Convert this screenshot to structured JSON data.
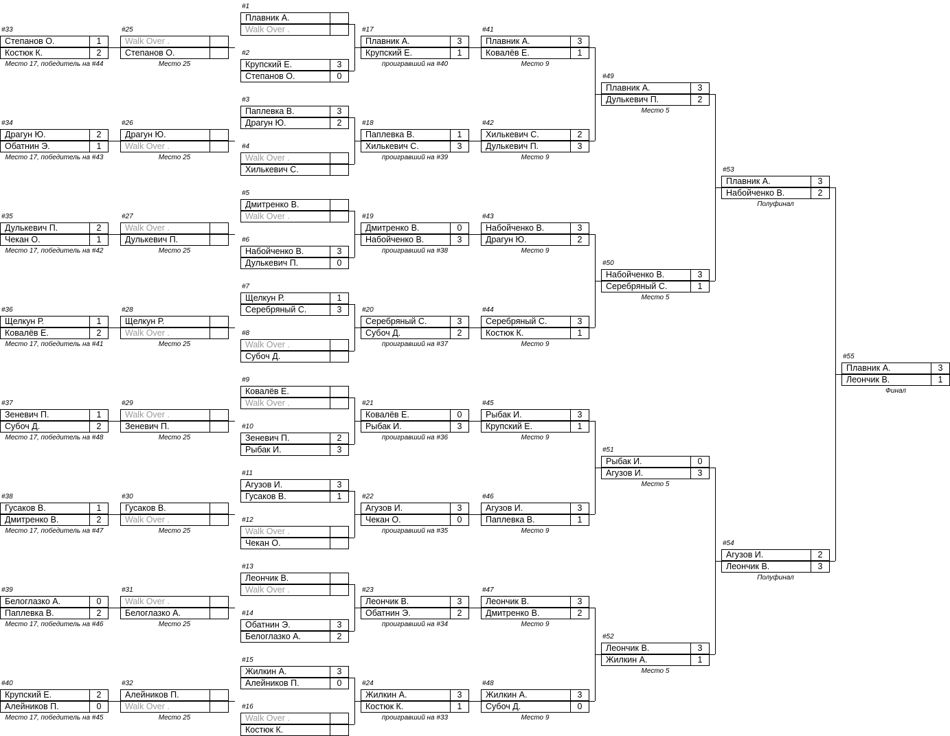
{
  "matches": [
    {
      "id": "m33",
      "num": "#33",
      "note": "Место 17, победитель на #44",
      "players": [
        {
          "name": "Степанов О.",
          "score": "1"
        },
        {
          "name": "Костюк К.",
          "score": "2"
        }
      ]
    },
    {
      "id": "m34",
      "num": "#34",
      "note": "Место 17, победитель на #43",
      "players": [
        {
          "name": "Драгун Ю.",
          "score": "2"
        },
        {
          "name": "Обатнин Э.",
          "score": "1"
        }
      ]
    },
    {
      "id": "m35",
      "num": "#35",
      "note": "Место 17, победитель на #42",
      "players": [
        {
          "name": "Дулькевич П.",
          "score": "2"
        },
        {
          "name": "Чекан О.",
          "score": "1"
        }
      ]
    },
    {
      "id": "m36",
      "num": "#36",
      "note": "Место 17, победитель на #41",
      "players": [
        {
          "name": "Щелкун Р.",
          "score": "1"
        },
        {
          "name": "Ковалёв Е.",
          "score": "2"
        }
      ]
    },
    {
      "id": "m37",
      "num": "#37",
      "note": "Место 17, победитель на #48",
      "players": [
        {
          "name": "Зеневич П.",
          "score": "1"
        },
        {
          "name": "Субоч Д.",
          "score": "2"
        }
      ]
    },
    {
      "id": "m38",
      "num": "#38",
      "note": "Место 17, победитель на #47",
      "players": [
        {
          "name": "Гусаков В.",
          "score": "1"
        },
        {
          "name": "Дмитренко В.",
          "score": "2"
        }
      ]
    },
    {
      "id": "m39",
      "num": "#39",
      "note": "Место 17, победитель на #46",
      "players": [
        {
          "name": "Белоглазко А.",
          "score": "0"
        },
        {
          "name": "Паплевка В.",
          "score": "2"
        }
      ]
    },
    {
      "id": "m40",
      "num": "#40",
      "note": "Место 17, победитель на #45",
      "players": [
        {
          "name": "Крупский Е.",
          "score": "2"
        },
        {
          "name": "Алейников П.",
          "score": "0"
        }
      ]
    },
    {
      "id": "m25",
      "num": "#25",
      "note": "Место 25",
      "players": [
        {
          "name": "Walk Over .",
          "score": "",
          "wo": true
        },
        {
          "name": "Степанов О.",
          "score": ""
        }
      ]
    },
    {
      "id": "m26",
      "num": "#26",
      "note": "Место 25",
      "players": [
        {
          "name": "Драгун Ю.",
          "score": ""
        },
        {
          "name": "Walk Over .",
          "score": "",
          "wo": true
        }
      ]
    },
    {
      "id": "m27",
      "num": "#27",
      "note": "Место 25",
      "players": [
        {
          "name": "Walk Over .",
          "score": "",
          "wo": true
        },
        {
          "name": "Дулькевич П.",
          "score": ""
        }
      ]
    },
    {
      "id": "m28",
      "num": "#28",
      "note": "Место 25",
      "players": [
        {
          "name": "Щелкун Р.",
          "score": ""
        },
        {
          "name": "Walk Over .",
          "score": "",
          "wo": true
        }
      ]
    },
    {
      "id": "m29",
      "num": "#29",
      "note": "Место 25",
      "players": [
        {
          "name": "Walk Over .",
          "score": "",
          "wo": true
        },
        {
          "name": "Зеневич П.",
          "score": ""
        }
      ]
    },
    {
      "id": "m30",
      "num": "#30",
      "note": "Место 25",
      "players": [
        {
          "name": "Гусаков В.",
          "score": ""
        },
        {
          "name": "Walk Over .",
          "score": "",
          "wo": true
        }
      ]
    },
    {
      "id": "m31",
      "num": "#31",
      "note": "Место 25",
      "players": [
        {
          "name": "Walk Over .",
          "score": "",
          "wo": true
        },
        {
          "name": "Белоглазко А.",
          "score": ""
        }
      ]
    },
    {
      "id": "m32",
      "num": "#32",
      "note": "Место 25",
      "players": [
        {
          "name": "Алейников П.",
          "score": ""
        },
        {
          "name": "Walk Over .",
          "score": "",
          "wo": true
        }
      ]
    },
    {
      "id": "m1",
      "num": "#1",
      "note": "",
      "players": [
        {
          "name": "Плавник А.",
          "score": ""
        },
        {
          "name": "Walk Over .",
          "score": "",
          "wo": true
        }
      ]
    },
    {
      "id": "m2",
      "num": "#2",
      "note": "",
      "players": [
        {
          "name": "Крупский Е.",
          "score": "3"
        },
        {
          "name": "Степанов О.",
          "score": "0"
        }
      ]
    },
    {
      "id": "m3",
      "num": "#3",
      "note": "",
      "players": [
        {
          "name": "Паплевка В.",
          "score": "3"
        },
        {
          "name": "Драгун Ю.",
          "score": "2"
        }
      ]
    },
    {
      "id": "m4",
      "num": "#4",
      "note": "",
      "players": [
        {
          "name": "Walk Over .",
          "score": "",
          "wo": true
        },
        {
          "name": "Хилькевич С.",
          "score": ""
        }
      ]
    },
    {
      "id": "m5",
      "num": "#5",
      "note": "",
      "players": [
        {
          "name": "Дмитренко В.",
          "score": ""
        },
        {
          "name": "Walk Over .",
          "score": "",
          "wo": true
        }
      ]
    },
    {
      "id": "m6",
      "num": "#6",
      "note": "",
      "players": [
        {
          "name": "Набойченко В.",
          "score": "3"
        },
        {
          "name": "Дулькевич П.",
          "score": "0"
        }
      ]
    },
    {
      "id": "m7",
      "num": "#7",
      "note": "",
      "players": [
        {
          "name": "Щелкун Р.",
          "score": "1"
        },
        {
          "name": "Серебряный С.",
          "score": "3"
        }
      ]
    },
    {
      "id": "m8",
      "num": "#8",
      "note": "",
      "players": [
        {
          "name": "Walk Over .",
          "score": "",
          "wo": true
        },
        {
          "name": "Субоч Д.",
          "score": ""
        }
      ]
    },
    {
      "id": "m9",
      "num": "#9",
      "note": "",
      "players": [
        {
          "name": "Ковалёв Е.",
          "score": ""
        },
        {
          "name": "Walk Over .",
          "score": "",
          "wo": true
        }
      ]
    },
    {
      "id": "m10",
      "num": "#10",
      "note": "",
      "players": [
        {
          "name": "Зеневич П.",
          "score": "2"
        },
        {
          "name": "Рыбак И.",
          "score": "3"
        }
      ]
    },
    {
      "id": "m11",
      "num": "#11",
      "note": "",
      "players": [
        {
          "name": "Агузов И.",
          "score": "3"
        },
        {
          "name": "Гусаков В.",
          "score": "1"
        }
      ]
    },
    {
      "id": "m12",
      "num": "#12",
      "note": "",
      "players": [
        {
          "name": "Walk Over .",
          "score": "",
          "wo": true
        },
        {
          "name": "Чекан О.",
          "score": ""
        }
      ]
    },
    {
      "id": "m13",
      "num": "#13",
      "note": "",
      "players": [
        {
          "name": "Леончик В.",
          "score": ""
        },
        {
          "name": "Walk Over .",
          "score": "",
          "wo": true
        }
      ]
    },
    {
      "id": "m14",
      "num": "#14",
      "note": "",
      "players": [
        {
          "name": "Обатнин Э.",
          "score": "3"
        },
        {
          "name": "Белоглазко А.",
          "score": "2"
        }
      ]
    },
    {
      "id": "m15",
      "num": "#15",
      "note": "",
      "players": [
        {
          "name": "Жилкин А.",
          "score": "3"
        },
        {
          "name": "Алейников П.",
          "score": "0"
        }
      ]
    },
    {
      "id": "m16",
      "num": "#16",
      "note": "",
      "players": [
        {
          "name": "Walk Over .",
          "score": "",
          "wo": true
        },
        {
          "name": "Костюк К.",
          "score": ""
        }
      ]
    },
    {
      "id": "m17",
      "num": "#17",
      "note": "проигравший на #40",
      "players": [
        {
          "name": "Плавник А.",
          "score": "3"
        },
        {
          "name": "Крупский Е.",
          "score": "1"
        }
      ]
    },
    {
      "id": "m18",
      "num": "#18",
      "note": "проигравший на #39",
      "players": [
        {
          "name": "Паплевка В.",
          "score": "1"
        },
        {
          "name": "Хилькевич С.",
          "score": "3"
        }
      ]
    },
    {
      "id": "m19",
      "num": "#19",
      "note": "проигравший на #38",
      "players": [
        {
          "name": "Дмитренко В.",
          "score": "0"
        },
        {
          "name": "Набойченко В.",
          "score": "3"
        }
      ]
    },
    {
      "id": "m20",
      "num": "#20",
      "note": "проигравший на #37",
      "players": [
        {
          "name": "Серебряный С.",
          "score": "3"
        },
        {
          "name": "Субоч Д.",
          "score": "2"
        }
      ]
    },
    {
      "id": "m21",
      "num": "#21",
      "note": "проигравший на #36",
      "players": [
        {
          "name": "Ковалёв Е.",
          "score": "0"
        },
        {
          "name": "Рыбак И.",
          "score": "3"
        }
      ]
    },
    {
      "id": "m22",
      "num": "#22",
      "note": "проигравший на #35",
      "players": [
        {
          "name": "Агузов И.",
          "score": "3"
        },
        {
          "name": "Чекан О.",
          "score": "0"
        }
      ]
    },
    {
      "id": "m23",
      "num": "#23",
      "note": "проигравший на #34",
      "players": [
        {
          "name": "Леончик В.",
          "score": "3"
        },
        {
          "name": "Обатнин Э.",
          "score": "2"
        }
      ]
    },
    {
      "id": "m24",
      "num": "#24",
      "note": "проигравший на #33",
      "players": [
        {
          "name": "Жилкин А.",
          "score": "3"
        },
        {
          "name": "Костюк К.",
          "score": "1"
        }
      ]
    },
    {
      "id": "m41",
      "num": "#41",
      "note": "Место 9",
      "players": [
        {
          "name": "Плавник А.",
          "score": "3"
        },
        {
          "name": "Ковалёв Е.",
          "score": "1"
        }
      ]
    },
    {
      "id": "m42",
      "num": "#42",
      "note": "Место 9",
      "players": [
        {
          "name": "Хилькевич С.",
          "score": "2"
        },
        {
          "name": "Дулькевич П.",
          "score": "3"
        }
      ]
    },
    {
      "id": "m43",
      "num": "#43",
      "note": "Место 9",
      "players": [
        {
          "name": "Набойченко В.",
          "score": "3"
        },
        {
          "name": "Драгун Ю.",
          "score": "2"
        }
      ]
    },
    {
      "id": "m44",
      "num": "#44",
      "note": "Место 9",
      "players": [
        {
          "name": "Серебряный С.",
          "score": "3"
        },
        {
          "name": "Костюк К.",
          "score": "1"
        }
      ]
    },
    {
      "id": "m45",
      "num": "#45",
      "note": "Место 9",
      "players": [
        {
          "name": "Рыбак И.",
          "score": "3"
        },
        {
          "name": "Крупский Е.",
          "score": "1"
        }
      ]
    },
    {
      "id": "m46",
      "num": "#46",
      "note": "Место 9",
      "players": [
        {
          "name": "Агузов И.",
          "score": "3"
        },
        {
          "name": "Паплевка В.",
          "score": "1"
        }
      ]
    },
    {
      "id": "m47",
      "num": "#47",
      "note": "Место 9",
      "players": [
        {
          "name": "Леончик В.",
          "score": "3"
        },
        {
          "name": "Дмитренко В.",
          "score": "2"
        }
      ]
    },
    {
      "id": "m48",
      "num": "#48",
      "note": "Место 9",
      "players": [
        {
          "name": "Жилкин А.",
          "score": "3"
        },
        {
          "name": "Субоч Д.",
          "score": "0"
        }
      ]
    },
    {
      "id": "m49",
      "num": "#49",
      "note": "Место 5",
      "players": [
        {
          "name": "Плавник А.",
          "score": "3"
        },
        {
          "name": "Дулькевич П.",
          "score": "2"
        }
      ]
    },
    {
      "id": "m50",
      "num": "#50",
      "note": "Место 5",
      "players": [
        {
          "name": "Набойченко В.",
          "score": "3"
        },
        {
          "name": "Серебряный С.",
          "score": "1"
        }
      ]
    },
    {
      "id": "m51",
      "num": "#51",
      "note": "Место 5",
      "players": [
        {
          "name": "Рыбак И.",
          "score": "0"
        },
        {
          "name": "Агузов И.",
          "score": "3"
        }
      ]
    },
    {
      "id": "m52",
      "num": "#52",
      "note": "Место 5",
      "players": [
        {
          "name": "Леончик В.",
          "score": "3"
        },
        {
          "name": "Жилкин А.",
          "score": "1"
        }
      ]
    },
    {
      "id": "m53",
      "num": "#53",
      "note": "Полуфинал",
      "players": [
        {
          "name": "Плавник А.",
          "score": "3"
        },
        {
          "name": "Набойченко В.",
          "score": "2"
        }
      ]
    },
    {
      "id": "m54",
      "num": "#54",
      "note": "Полуфинал",
      "players": [
        {
          "name": "Агузов И.",
          "score": "2"
        },
        {
          "name": "Леончик В.",
          "score": "3"
        }
      ]
    },
    {
      "id": "m55",
      "num": "#55",
      "note": "Финал",
      "players": [
        {
          "name": "Плавник А.",
          "score": "3"
        },
        {
          "name": "Леончик В.",
          "score": "1"
        }
      ]
    }
  ]
}
